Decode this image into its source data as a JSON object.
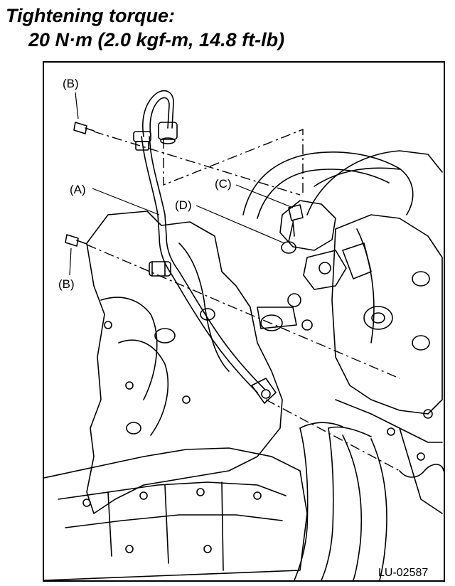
{
  "heading": {
    "line1": "Tightening torque:",
    "line2": "20 N·m (2.0 kgf-m, 14.8 ft-lb)"
  },
  "figure": {
    "labels": {
      "a": "(A)",
      "b_top": "(B)",
      "b_bottom": "(B)",
      "c": "(C)",
      "d": "(D)"
    },
    "code": "LU-02587"
  }
}
